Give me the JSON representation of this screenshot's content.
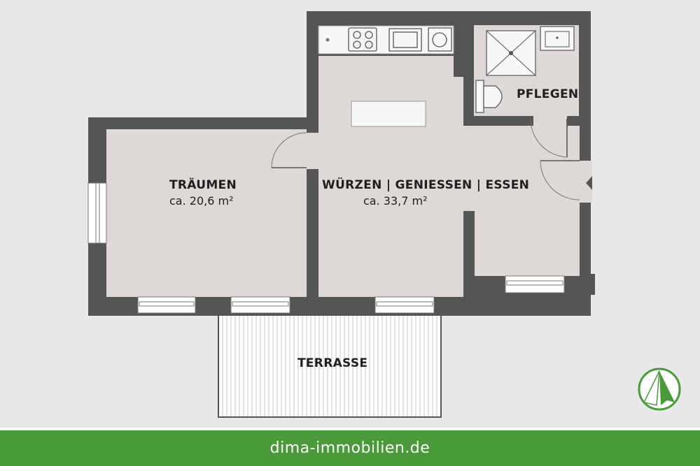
{
  "colors": {
    "background": "#e7e8e7",
    "wall": "#555555",
    "floor": "#ded9d7",
    "terrace": "#ffffff",
    "accent_green": "#4a9a3a"
  },
  "rooms": {
    "traeumen": {
      "label": "TRÄUMEN",
      "area": "ca. 20,6 m²"
    },
    "wohnen": {
      "label": "WÜRZEN | GENIESSEN | ESSEN",
      "area": "ca. 33,7 m²"
    },
    "bad": {
      "label": "PFLEGEN"
    },
    "terrasse": {
      "label": "TERRASSE"
    }
  },
  "icons": {
    "compass": "north-arrow-icon",
    "entrance": "entrance-arrow-icon"
  },
  "footer": {
    "url": "dima-immobilien.de"
  }
}
